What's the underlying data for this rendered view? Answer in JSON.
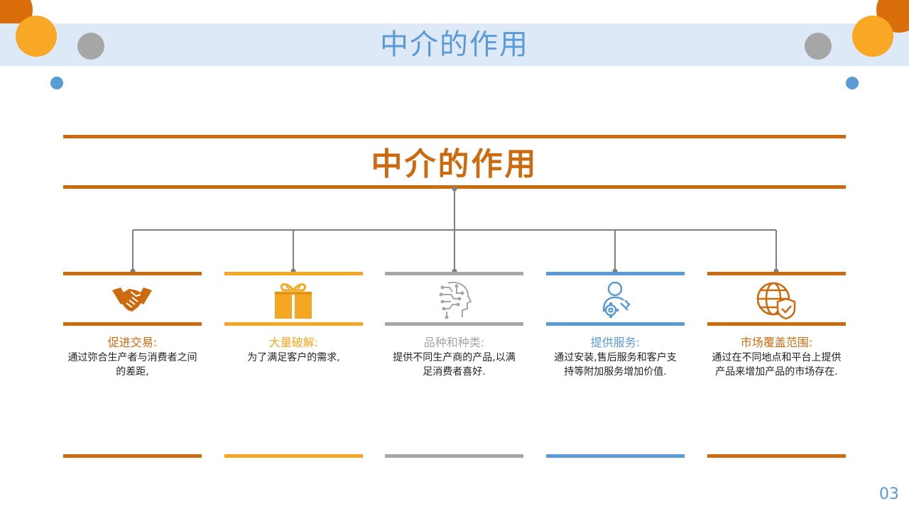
{
  "header": {
    "title": "中介的作用"
  },
  "main": {
    "title": "中介的作用"
  },
  "colors": {
    "orange": "#cc6a0f",
    "yellow": "#f5a623",
    "gray": "#a6a6a6",
    "blue": "#5b9bd5"
  },
  "columns": [
    {
      "title": "促进交易:",
      "desc": "通过弥合生产者与消费者之间的差距,",
      "icon": "handshake-icon",
      "color": "#cc6a0f"
    },
    {
      "title": "大量破解:",
      "desc": "为了满足客户的需求,",
      "icon": "gift-icon",
      "color": "#f5a623"
    },
    {
      "title": "品种和种类:",
      "desc": "提供不同生产商的产品,以满足消费者喜好.",
      "icon": "ai-head-icon",
      "color": "#a6a6a6"
    },
    {
      "title": "提供服务:",
      "desc": "通过安装,售后服务和客户支持等附加服务增加价值.",
      "icon": "user-gear-icon",
      "color": "#5b9bd5"
    },
    {
      "title": "市场覆盖范围:",
      "desc": "通过在不同地点和平台上提供产品来增加产品的市场存在.",
      "icon": "globe-shield-icon",
      "color": "#cc6a0f"
    }
  ],
  "page_number": "03"
}
